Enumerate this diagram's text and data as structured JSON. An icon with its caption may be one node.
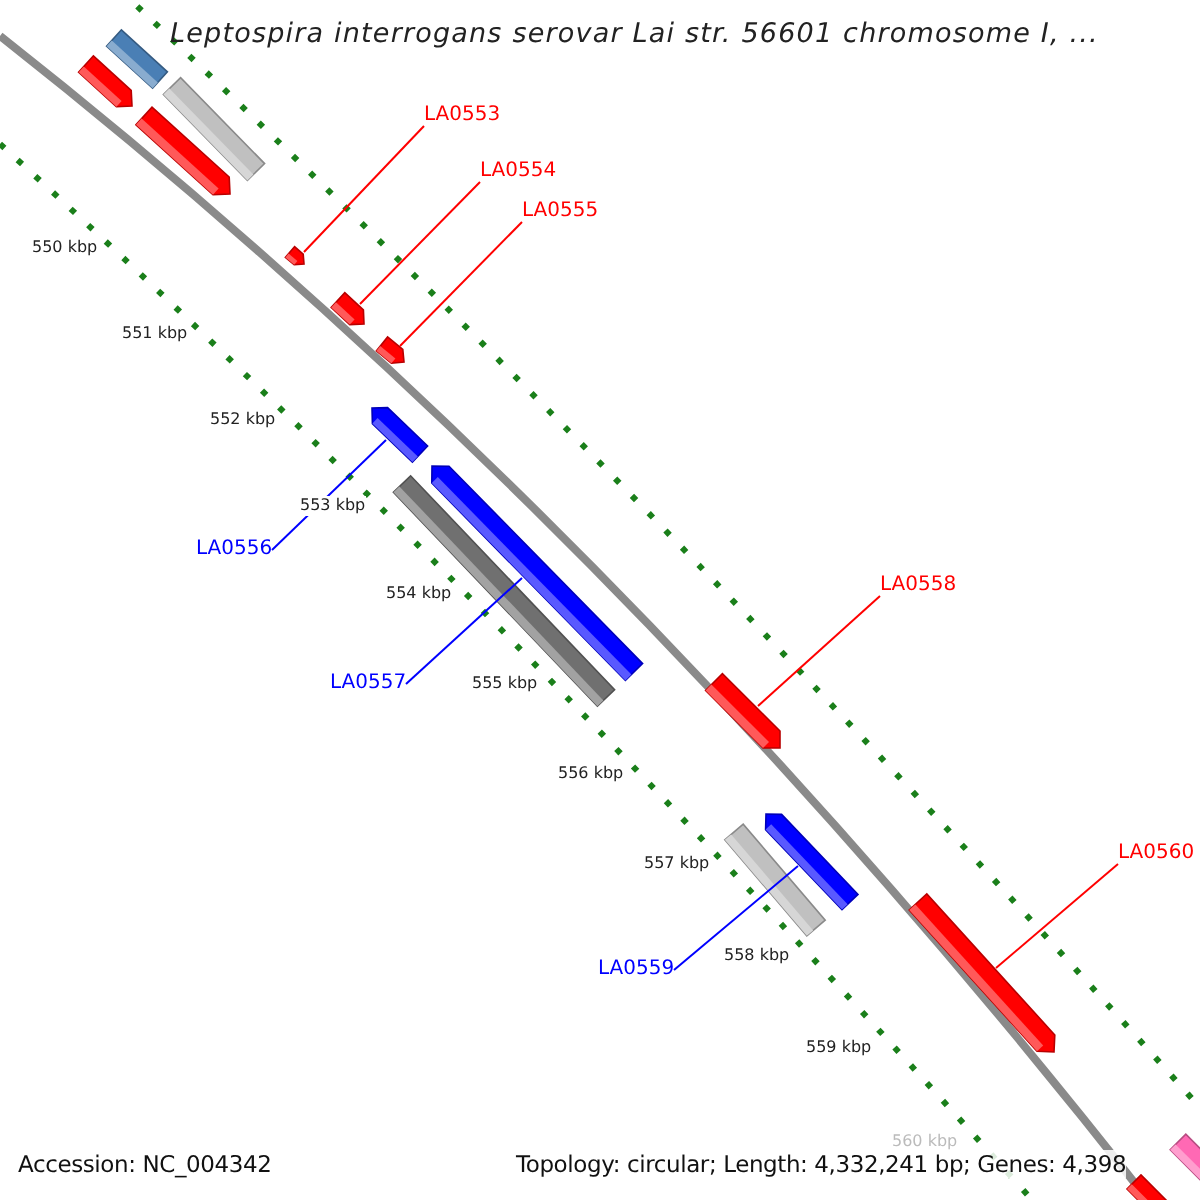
{
  "diagram": {
    "title": "Leptospira interrogans serovar Lai str. 56601 chromosome I, ...",
    "nodes": [
      {
        "text": [],
        "shape": "bar"
      },
      {
        "text": [],
        "shape": "bar"
      },
      {
        "text": [],
        "shape": "bar"
      },
      {
        "text": [],
        "shape": "bar"
      },
      {
        "text": [
          "LA0553"
        ]
      },
      {
        "text": [],
        "shape": "bar"
      },
      {
        "text": [
          "LA0554"
        ]
      },
      {
        "text": [],
        "shape": "bar"
      },
      {
        "text": [
          "LA0555"
        ]
      },
      {
        "text": [],
        "shape": "bar"
      },
      {
        "text": [],
        "shape": "bar"
      },
      {
        "text": [
          "LA0556"
        ]
      },
      {
        "text": [],
        "shape": "bar"
      },
      {
        "text": [],
        "shape": "bar"
      },
      {
        "text": [
          "LA0557"
        ]
      },
      {
        "text": [
          "LA0558"
        ]
      },
      {
        "text": [],
        "shape": "bar"
      },
      {
        "text": [],
        "shape": "bar"
      },
      {
        "text": [],
        "shape": "bar"
      },
      {
        "text": [
          "LA0559"
        ]
      },
      {
        "text": [
          "LA0560"
        ]
      },
      {
        "text": [],
        "shape": "bar"
      },
      {
        "text": [],
        "shape": "bar"
      },
      {
        "text": [],
        "shape": "bar"
      }
    ],
    "edges": [
      {
        "from": 4,
        "to": 5,
        "arrow": "none"
      },
      {
        "from": 6,
        "to": 7,
        "arrow": "none"
      },
      {
        "from": 8,
        "to": 9,
        "arrow": "none"
      },
      {
        "from": 11,
        "to": 10,
        "arrow": "none",
        "color": "#0000ff"
      },
      {
        "from": 14,
        "to": 12,
        "arrow": "none",
        "color": "#0000ff"
      },
      {
        "from": 15,
        "to": 16,
        "arrow": "none"
      },
      {
        "from": 19,
        "to": 17,
        "arrow": "none",
        "color": "#0000ff"
      },
      {
        "from": 20,
        "to": 21,
        "arrow": "none"
      }
    ],
    "labels": [
      "550 kbp",
      "551 kbp",
      "552 kbp",
      "553 kbp",
      "554 kbp",
      "555 kbp",
      "556 kbp",
      "557 kbp",
      "558 kbp",
      "559 kbp",
      "560 kbp",
      "Accession: NC_004342",
      "Topology: circular; Length: 4,332,241 bp; Genes: 4,398"
    ]
  }
}
